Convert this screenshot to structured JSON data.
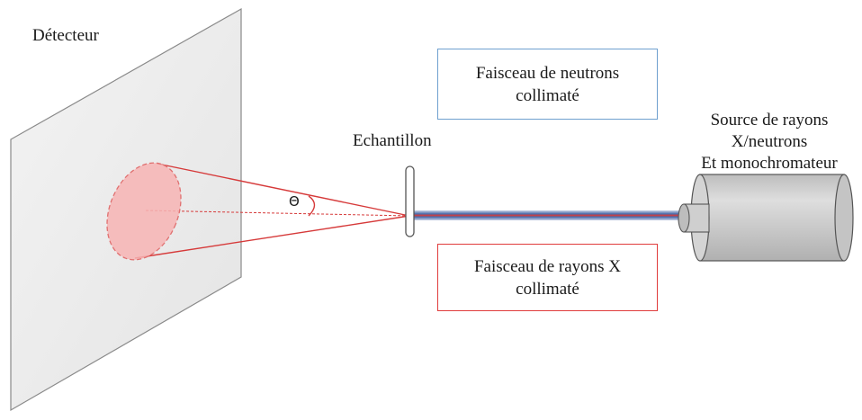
{
  "labels": {
    "detector": "Détecteur",
    "sample": "Echantillon",
    "angle": "Θ",
    "source_lines": [
      "Source de rayons",
      "X/neutrons",
      "Et monochromateur"
    ]
  },
  "boxes": {
    "neutron_beam": {
      "lines": [
        "Faisceau de neutrons",
        "collimaté"
      ],
      "border_color": "#6fa0cf"
    },
    "xray_beam": {
      "lines": [
        "Faisceau de rayons X",
        "collimaté"
      ],
      "border_color": "#e03c3c"
    }
  },
  "colors": {
    "detector_fill": "#eeeeee",
    "detector_stroke": "#888888",
    "scatter_cone": "#d63a3a",
    "scatter_spot": "#f7b4b4",
    "beam_blue": "#4a6aa8",
    "beam_red": "#d63a3a",
    "source_body": "#d4d4d4"
  }
}
